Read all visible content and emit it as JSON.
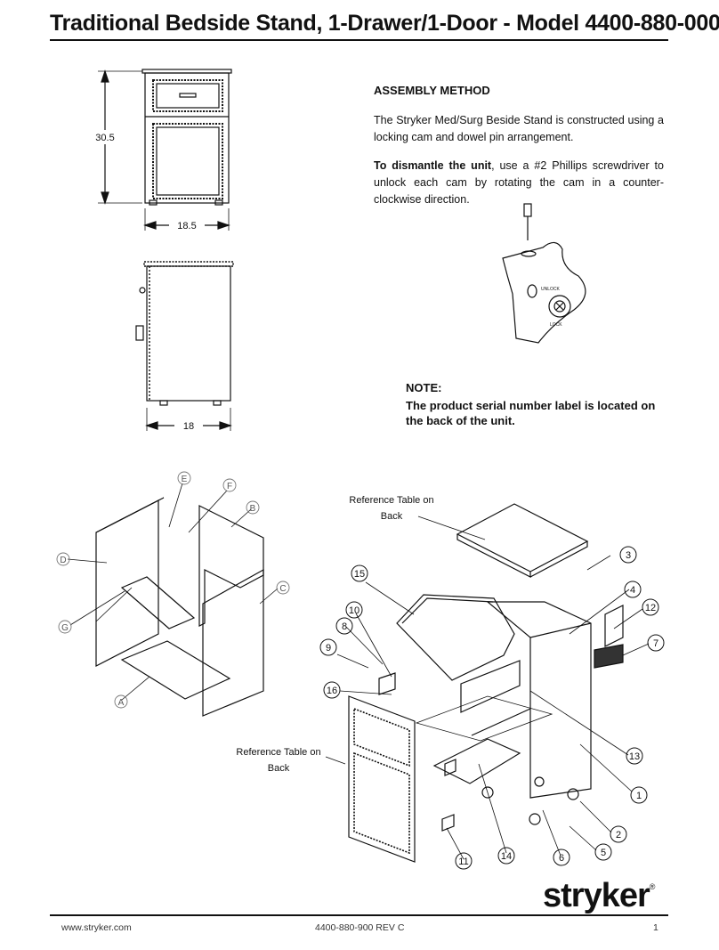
{
  "header": {
    "title": "Traditional Bedside Stand, 1-Drawer/1-Door - Model 4400-880-000"
  },
  "assembly": {
    "heading": "ASSEMBLY METHOD",
    "paragraph1": "The Stryker Med/Surg Beside Stand is constructed using a locking cam and dowel pin arrangement.",
    "paragraph2_bold": "To dismantle the unit",
    "paragraph2_rest": ", use a #2 Phillips screwdriver to unlock each cam by rotating the cam in a counter-clockwise direction."
  },
  "cam_figure": {
    "unlock_label": "UNLOCK",
    "lock_label": "LOCK"
  },
  "note": {
    "heading": "NOTE:",
    "text": "The product serial number label is located on the back of the unit."
  },
  "dimensions": {
    "height": "30.5",
    "front_width": "18.5",
    "side_depth": "18"
  },
  "exploded_left": {
    "callouts": [
      "E",
      "F",
      "B",
      "D",
      "C",
      "G",
      "A"
    ]
  },
  "exploded_right": {
    "reference_table_top": "Reference Table on Back",
    "reference_table_bottom": "Reference Table on Back",
    "callouts": [
      "3",
      "15",
      "4",
      "10",
      "12",
      "8",
      "7",
      "9",
      "16",
      "13",
      "1",
      "2",
      "5",
      "6",
      "14",
      "11"
    ]
  },
  "brand": {
    "name": "stryker",
    "mark": "®"
  },
  "footer": {
    "url": "www.stryker.com",
    "doc_number": "4400-880-900 REV C",
    "page": "1"
  }
}
